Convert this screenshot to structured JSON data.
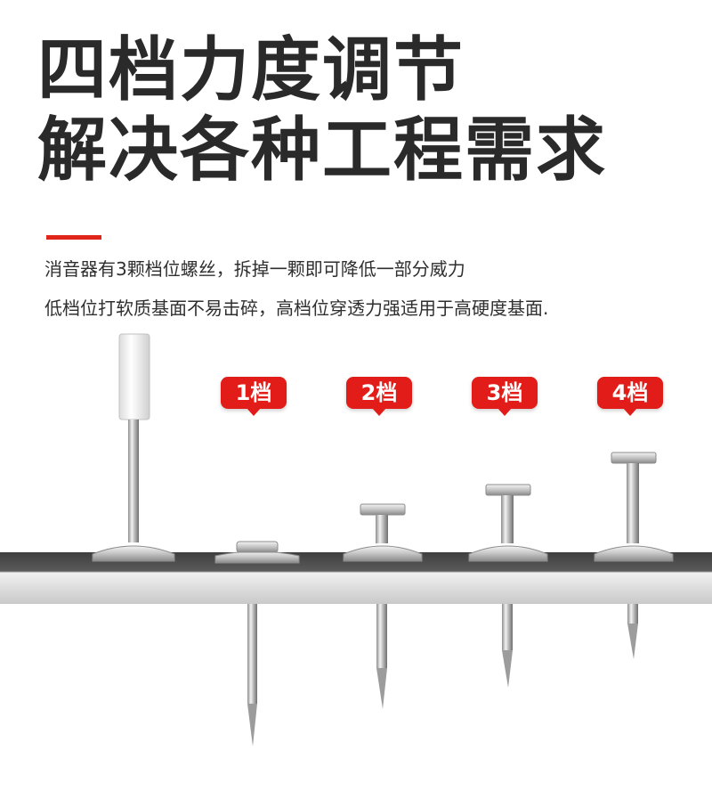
{
  "headline": {
    "line1": "四档力度调节",
    "line2": "解决各种工程需求"
  },
  "description": {
    "line1": "消音器有3颗档位螺丝，拆掉一颗即可降低一部分威力",
    "line2": "低档位打软质基面不易击碎，高档位穿透力强适用于高硬度基面."
  },
  "levels": [
    {
      "label": "1档"
    },
    {
      "label": "2档"
    },
    {
      "label": "3档"
    },
    {
      "label": "4档"
    }
  ],
  "colors": {
    "accent_red": "#e21d19",
    "headline_text": "#2a2a2a",
    "surface_top": "#4e4e4e",
    "surface_front": "#d6d6d6"
  }
}
